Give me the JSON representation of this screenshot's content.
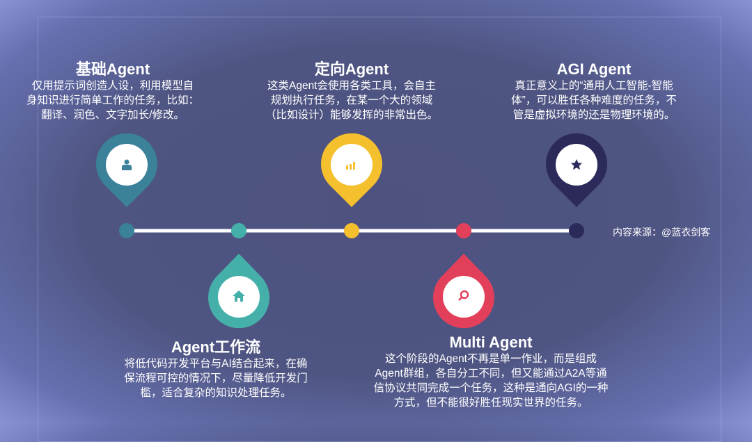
{
  "stages": [
    {
      "title": "基础Agent",
      "desc": "仅用提示词创造人设，利用模型自\n身知识进行简单工作的任务，比如：\n翻译、润色、文字加长/修改。",
      "icon": "user-icon",
      "color": "#3a8199"
    },
    {
      "title": "Agent工作流",
      "desc": "将低代码开发平台与AI结合起来，在确\n保流程可控的情况下，尽量降低开发门\n槛，适合复杂的知识处理任务。",
      "icon": "home-icon",
      "color": "#45b0aa"
    },
    {
      "title": "定向Agent",
      "desc": "这类Agent会使用各类工具，会自主\n规划执行任务，在某一个大的领域\n（比如设计）能够发挥的非常出色。",
      "icon": "bar-chart-icon",
      "color": "#f5c02e"
    },
    {
      "title": "Multi Agent",
      "desc": "这个阶段的Agent不再是单一作业，而是组成\nAgent群组，各自分工不同，但又能通过A2A等通\n信协议共同完成一个任务，这种是通向AGI的一种\n方式，但不能很好胜任现实世界的任务。",
      "icon": "search-icon",
      "color": "#e2405a"
    },
    {
      "title": "AGI Agent",
      "desc": "真正意义上的“通用人工智能-智能\n体”，可以胜任各种难度的任务，不\n管是虚拟环境的还是物理环境的。",
      "icon": "star-icon",
      "color": "#2b2a5a"
    }
  ],
  "source": "内容来源：@蓝衣剑客"
}
